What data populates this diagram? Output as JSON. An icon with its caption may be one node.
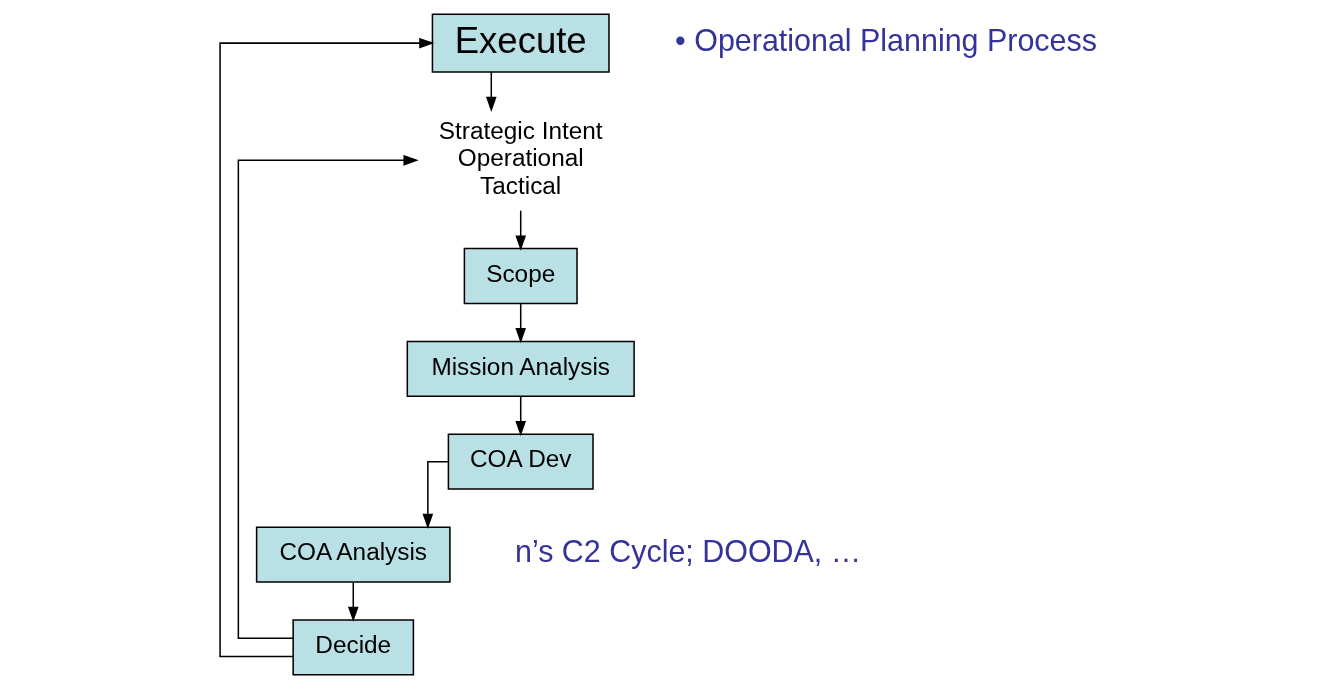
{
  "diagram": {
    "nodes": [
      {
        "text": [
          "Execute"
        ]
      },
      {
        "text": [
          "Strategic Intent",
          "Operational",
          "Tactical"
        ]
      },
      {
        "text": [
          "Scope"
        ]
      },
      {
        "text": [
          "Mission Analysis"
        ]
      },
      {
        "text": [
          "COA Dev"
        ]
      },
      {
        "text": [
          "COA Analysis"
        ]
      },
      {
        "text": [
          "Decide"
        ]
      }
    ],
    "edges": [
      {
        "from": 0,
        "to": 1,
        "arrow": "to"
      },
      {
        "from": 6,
        "to": 1,
        "arrow": "to"
      },
      {
        "from": 1,
        "to": 2,
        "arrow": "to"
      },
      {
        "from": 2,
        "to": 3,
        "arrow": "to"
      },
      {
        "from": 3,
        "to": 4,
        "arrow": "to"
      },
      {
        "from": 4,
        "to": 5,
        "arrow": "to"
      },
      {
        "from": 5,
        "to": 6,
        "arrow": "to"
      },
      {
        "from": 6,
        "to": 0,
        "arrow": "to"
      }
    ],
    "labels": [
      "• Operational Planning Process",
      "n’s C2 Cycle; DOODA, …"
    ]
  }
}
